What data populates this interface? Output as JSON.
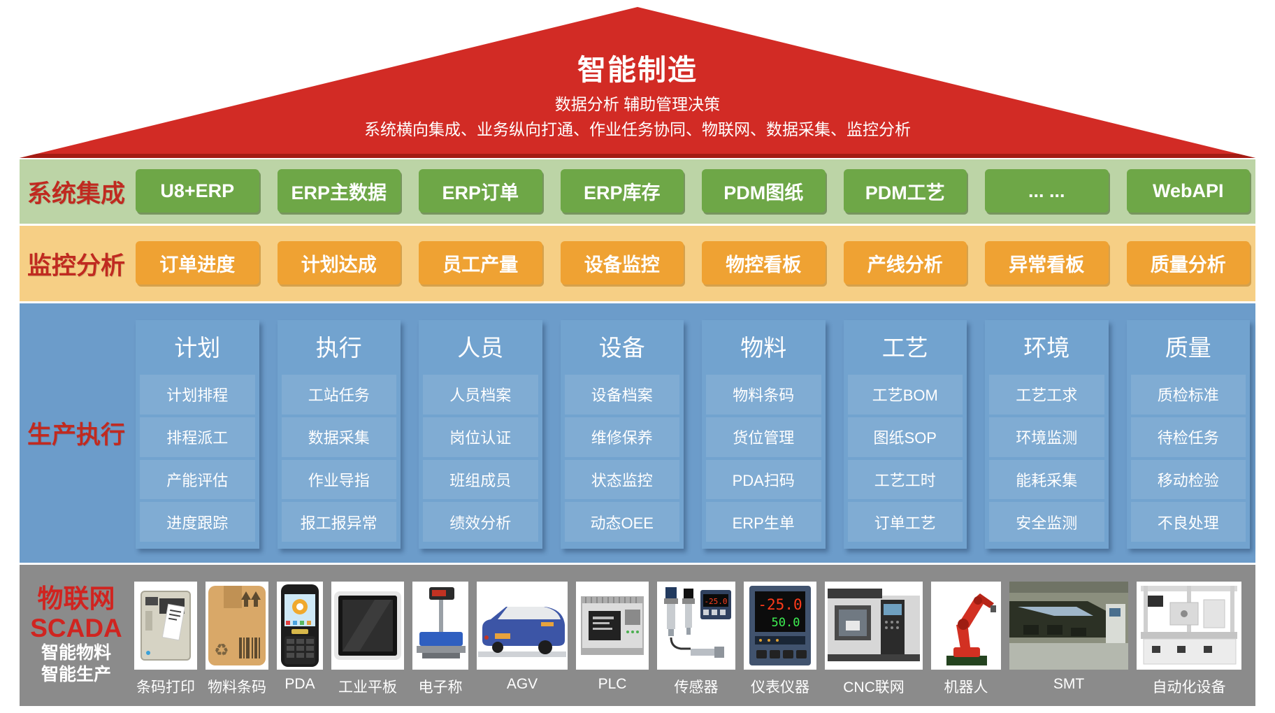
{
  "pyramid": {
    "title": "智能制造",
    "subtitle1": "数据分析 辅助管理决策",
    "subtitle2": "系统横向集成、业务纵向打通、作业任务协同、物联网、数据采集、监控分析"
  },
  "integration": {
    "label": "系统集成",
    "items": [
      "U8+ERP",
      "ERP主数据",
      "ERP订单",
      "ERP库存",
      "PDM图纸",
      "PDM工艺",
      "... ...",
      "WebAPI"
    ]
  },
  "monitoring": {
    "label": "监控分析",
    "items": [
      "订单进度",
      "计划达成",
      "员工产量",
      "设备监控",
      "物控看板",
      "产线分析",
      "异常看板",
      "质量分析"
    ]
  },
  "execution": {
    "label": "生产执行",
    "columns": [
      {
        "header": "计划",
        "items": [
          "计划排程",
          "排程派工",
          "产能评估",
          "进度跟踪"
        ]
      },
      {
        "header": "执行",
        "items": [
          "工站任务",
          "数据采集",
          "作业导指",
          "报工报异常"
        ]
      },
      {
        "header": "人员",
        "items": [
          "人员档案",
          "岗位认证",
          "班组成员",
          "绩效分析"
        ]
      },
      {
        "header": "设备",
        "items": [
          "设备档案",
          "维修保养",
          "状态监控",
          "动态OEE"
        ]
      },
      {
        "header": "物料",
        "items": [
          "物料条码",
          "货位管理",
          "PDA扫码",
          "ERP生单"
        ]
      },
      {
        "header": "工艺",
        "items": [
          "工艺BOM",
          "图纸SOP",
          "工艺工时",
          "订单工艺"
        ]
      },
      {
        "header": "环境",
        "items": [
          "工艺工求",
          "环境监测",
          "能耗采集",
          "安全监测"
        ]
      },
      {
        "header": "质量",
        "items": [
          "质检标准",
          "待检任务",
          "移动检验",
          "不良处理"
        ]
      }
    ]
  },
  "iot": {
    "label_red1": "物联网",
    "label_red2": "SCADA",
    "label_white1": "智能物料",
    "label_white2": "智能生产",
    "devices": [
      {
        "label": "条码打印",
        "icon": "barcode-printer-icon",
        "w": 90
      },
      {
        "label": "物料条码",
        "icon": "material-barcode-icon",
        "w": 90
      },
      {
        "label": "PDA",
        "icon": "pda-icon",
        "w": 66
      },
      {
        "label": "工业平板",
        "icon": "industrial-tablet-icon",
        "w": 104
      },
      {
        "label": "电子称",
        "icon": "electronic-scale-icon",
        "w": 80
      },
      {
        "label": "AGV",
        "icon": "agv-icon",
        "w": 130
      },
      {
        "label": "PLC",
        "icon": "plc-icon",
        "w": 104
      },
      {
        "label": "传感器",
        "icon": "sensor-icon",
        "w": 112
      },
      {
        "label": "仪表仪器",
        "icon": "instrument-meter-icon",
        "w": 104
      },
      {
        "label": "CNC联网",
        "icon": "cnc-machine-icon",
        "w": 140
      },
      {
        "label": "机器人",
        "icon": "robot-arm-icon",
        "w": 100
      },
      {
        "label": "SMT",
        "icon": "smt-line-icon",
        "w": 170
      },
      {
        "label": "自动化设备",
        "icon": "automation-equipment-icon",
        "w": 150
      }
    ],
    "meter_reading_top": "-25.0",
    "meter_reading_bottom": "50.0"
  },
  "colors": {
    "pyramid_red": "#d22b25",
    "pyramid_base_red": "#a31c14",
    "integration_bg": "#bcd4a6",
    "integration_box": "#6ea747",
    "monitoring_bg": "#f6cf85",
    "monitoring_box": "#efa233",
    "execution_bg": "#6c9cca",
    "execution_column": "#72a3cf",
    "iot_bg": "#8b8b8b",
    "label_red": "#c02a20",
    "iot_red": "#d02420"
  }
}
